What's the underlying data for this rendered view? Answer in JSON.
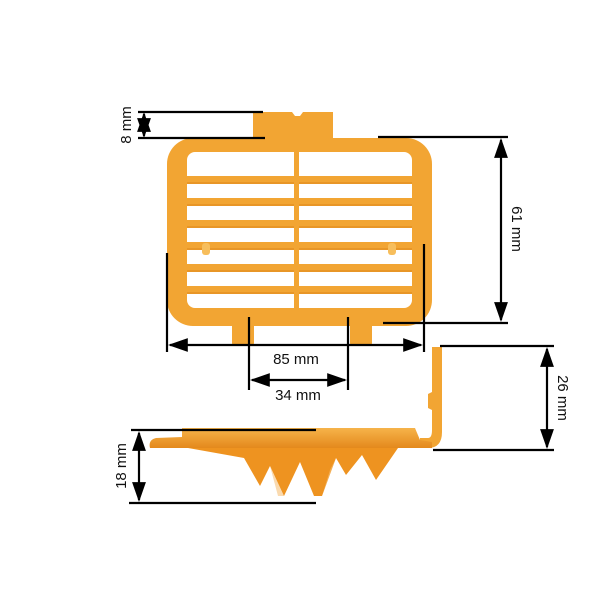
{
  "diagram": {
    "subject": "Orange filter grille with white filter media, top view and side view",
    "colors": {
      "plastic": "#F2A533",
      "plastic_dark": "#E08A1E",
      "plastic_light": "#F7BE5C",
      "media": "#FFFFFF",
      "dimension_line": "#000000"
    },
    "dimensions": {
      "tab_height": {
        "label": "8 mm",
        "value": 8,
        "unit": "mm"
      },
      "height": {
        "label": "61 mm",
        "value": 61,
        "unit": "mm"
      },
      "width": {
        "label": "85 mm",
        "value": 85,
        "unit": "mm"
      },
      "tab_spacing": {
        "label": "34 mm",
        "value": 34,
        "unit": "mm"
      },
      "side_tab_height": {
        "label": "26 mm",
        "value": 26,
        "unit": "mm"
      },
      "depth": {
        "label": "18 mm",
        "value": 18,
        "unit": "mm"
      }
    }
  }
}
